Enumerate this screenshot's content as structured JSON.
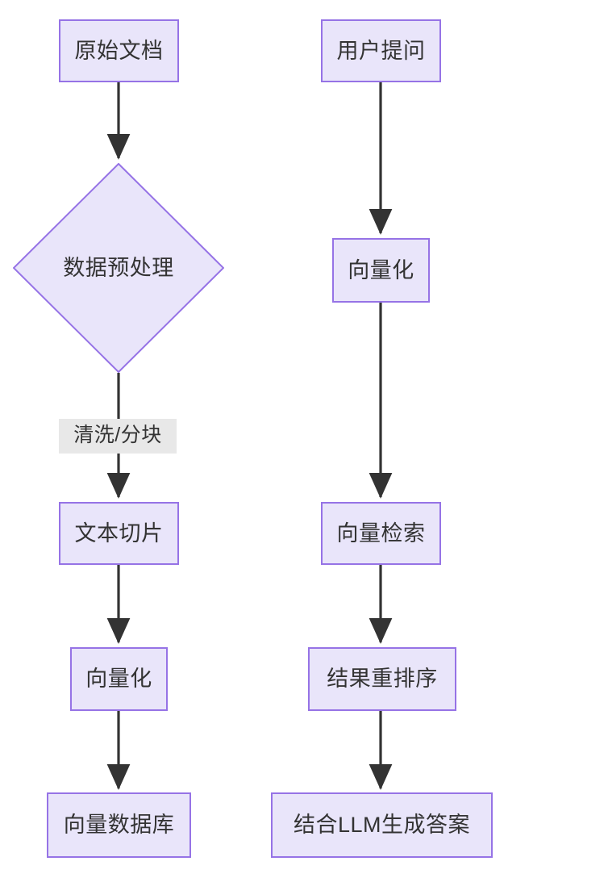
{
  "diagram": {
    "type": "flowchart",
    "orientation": "top-down",
    "title": "",
    "background_color": "#ffffff",
    "node_fill": "#e9e5fa",
    "node_stroke": "#9673e6",
    "text_color": "#333333",
    "edge_color": "#333333",
    "edge_label_background": "#e8e8e8",
    "columns": [
      {
        "name": "indexing-pipeline",
        "nodes": [
          {
            "id": "n1",
            "label": "原始文档",
            "shape": "rect"
          },
          {
            "id": "n2",
            "label": "数据预处理",
            "shape": "diamond"
          },
          {
            "id": "n3",
            "label": "文本切片",
            "shape": "rect"
          },
          {
            "id": "n4",
            "label": "向量化",
            "shape": "rect"
          },
          {
            "id": "n5",
            "label": "向量数据库",
            "shape": "rect"
          }
        ]
      },
      {
        "name": "query-pipeline",
        "nodes": [
          {
            "id": "n6",
            "label": "用户提问",
            "shape": "rect"
          },
          {
            "id": "n7",
            "label": "向量化",
            "shape": "rect"
          },
          {
            "id": "n8",
            "label": "向量检索",
            "shape": "rect"
          },
          {
            "id": "n9",
            "label": "结果重排序",
            "shape": "rect"
          },
          {
            "id": "n10",
            "label": "结合LLM生成答案",
            "shape": "rect"
          }
        ]
      }
    ],
    "edges": [
      {
        "from": "n1",
        "to": "n2",
        "label": ""
      },
      {
        "from": "n2",
        "to": "n3",
        "label": "清洗/分块"
      },
      {
        "from": "n3",
        "to": "n4",
        "label": ""
      },
      {
        "from": "n4",
        "to": "n5",
        "label": ""
      },
      {
        "from": "n6",
        "to": "n7",
        "label": ""
      },
      {
        "from": "n7",
        "to": "n8",
        "label": ""
      },
      {
        "from": "n8",
        "to": "n9",
        "label": ""
      },
      {
        "from": "n9",
        "to": "n10",
        "label": ""
      }
    ]
  }
}
